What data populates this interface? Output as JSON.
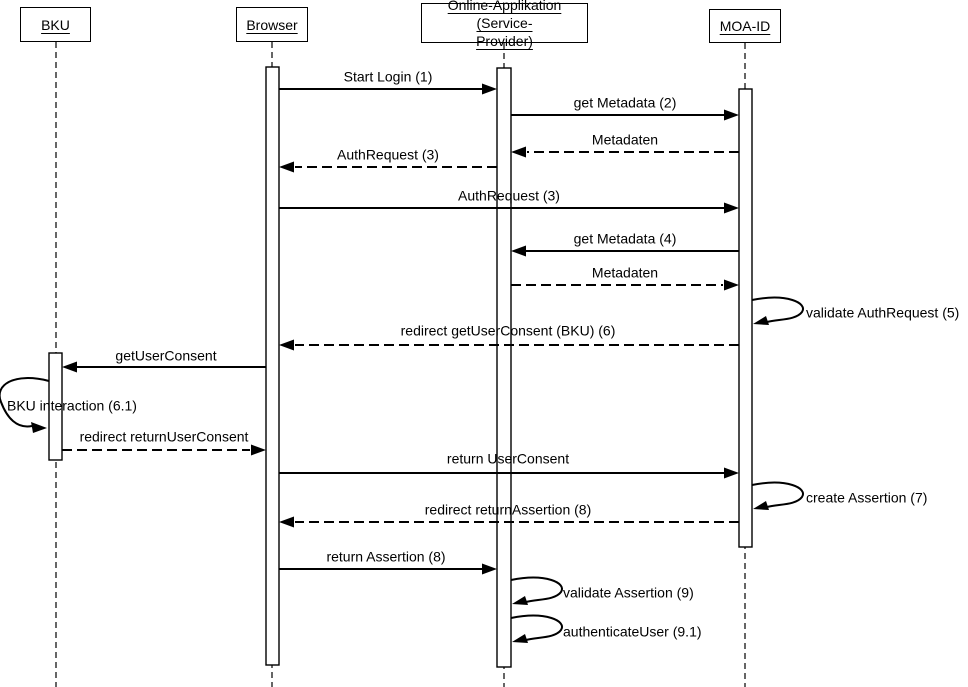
{
  "diagram": {
    "type": "uml-sequence-diagram",
    "colors": {
      "line": "#000000",
      "background": "#ffffff",
      "text": "#000000"
    }
  },
  "actors": [
    {
      "label": "BKU"
    },
    {
      "label": "Browser"
    },
    {
      "label": "Online-Applikation (Service-Provider)",
      "line1": "Online-Applikation (Service-",
      "line2": "Provider)"
    },
    {
      "label": "MOA-ID"
    }
  ],
  "messages": [
    {
      "label": "Start Login (1)",
      "from": "Browser",
      "to": "Online-Applikation (Service-Provider)",
      "style": "solid"
    },
    {
      "label": "get Metadata (2)",
      "from": "Online-Applikation (Service-Provider)",
      "to": "MOA-ID",
      "style": "solid"
    },
    {
      "label": "Metadaten",
      "from": "MOA-ID",
      "to": "Online-Applikation (Service-Provider)",
      "style": "dashed"
    },
    {
      "label": "AuthRequest (3)",
      "from": "Online-Applikation (Service-Provider)",
      "to": "Browser",
      "style": "dashed"
    },
    {
      "label": "AuthRequest (3)",
      "from": "Browser",
      "to": "MOA-ID",
      "style": "solid"
    },
    {
      "label": "get Metadata (4)",
      "from": "MOA-ID",
      "to": "Online-Applikation (Service-Provider)",
      "style": "solid"
    },
    {
      "label": "Metadaten",
      "from": "Online-Applikation (Service-Provider)",
      "to": "MOA-ID",
      "style": "dashed"
    },
    {
      "label": "validate AuthRequest (5)",
      "from": "MOA-ID",
      "to": "MOA-ID",
      "style": "self"
    },
    {
      "label": "redirect getUserConsent (BKU) (6)",
      "from": "MOA-ID",
      "to": "Browser",
      "style": "dashed"
    },
    {
      "label": "getUserConsent",
      "from": "Browser",
      "to": "BKU",
      "style": "solid"
    },
    {
      "label": "BKU interaction (6.1)",
      "from": "BKU",
      "to": "BKU",
      "style": "self"
    },
    {
      "label": "redirect returnUserConsent",
      "from": "BKU",
      "to": "Browser",
      "style": "dashed"
    },
    {
      "label": "return UserConsent",
      "from": "Browser",
      "to": "MOA-ID",
      "style": "solid"
    },
    {
      "label": "create Assertion (7)",
      "from": "MOA-ID",
      "to": "MOA-ID",
      "style": "self"
    },
    {
      "label": "redirect returnAssertion (8)",
      "from": "MOA-ID",
      "to": "Browser",
      "style": "dashed"
    },
    {
      "label": "return Assertion (8)",
      "from": "Browser",
      "to": "Online-Applikation (Service-Provider)",
      "style": "solid"
    },
    {
      "label": "validate Assertion (9)",
      "from": "Online-Applikation (Service-Provider)",
      "to": "Online-Applikation (Service-Provider)",
      "style": "self"
    },
    {
      "label": "authenticateUser (9.1)",
      "from": "Online-Applikation (Service-Provider)",
      "to": "Online-Applikation (Service-Provider)",
      "style": "self"
    }
  ]
}
